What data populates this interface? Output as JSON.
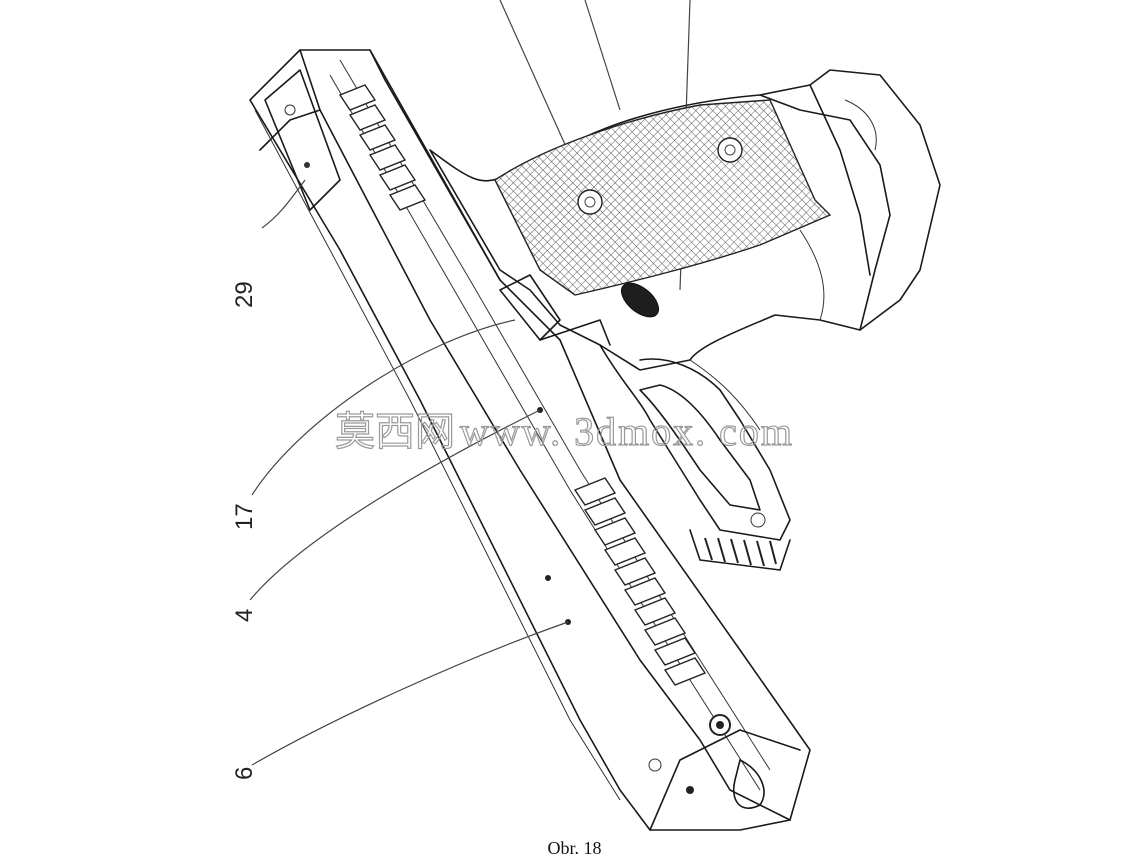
{
  "figure": {
    "caption": "Obr. 18",
    "watermark": {
      "cn": "莫西网",
      "latin": "www. 3dmox. com"
    },
    "part_labels": [
      "29",
      "17",
      "4",
      "6"
    ]
  }
}
